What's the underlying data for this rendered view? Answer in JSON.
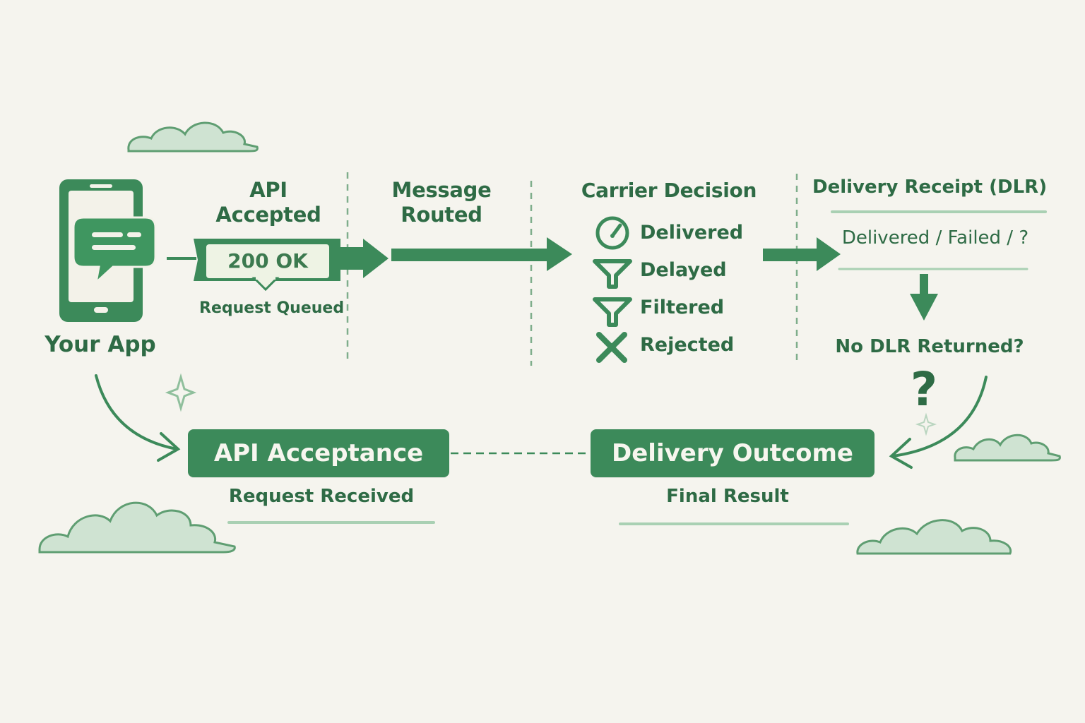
{
  "colors": {
    "primary": "#3c8a5a",
    "text": "#2e6b45",
    "light": "#a9d0b3",
    "background": "#f5f4ee"
  },
  "app": {
    "label": "Your App",
    "icon": "smartphone-chat-icon"
  },
  "stages": {
    "api_accepted": {
      "title_line1": "API",
      "title_line2": "Accepted",
      "status": "200 OK",
      "note": "Request Queued"
    },
    "message_routed": {
      "title_line1": "Message",
      "title_line2": "Routed"
    },
    "carrier_decision": {
      "title": "Carrier Decision",
      "outcomes": [
        {
          "label": "Delivered",
          "icon": "gauge-icon"
        },
        {
          "label": "Delayed",
          "icon": "filter-icon"
        },
        {
          "label": "Filtered",
          "icon": "filter-icon"
        },
        {
          "label": "Rejected",
          "icon": "x-icon"
        }
      ]
    },
    "dlr": {
      "title": "Delivery Receipt (DLR)",
      "status": "Delivered / Failed / ?",
      "no_dlr": "No DLR Returned?",
      "question": "?"
    }
  },
  "summary": {
    "api_acceptance": {
      "label": "API Acceptance",
      "sub": "Request Received"
    },
    "delivery_outcome": {
      "label": "Delivery Outcome",
      "sub": "Final Result"
    }
  }
}
